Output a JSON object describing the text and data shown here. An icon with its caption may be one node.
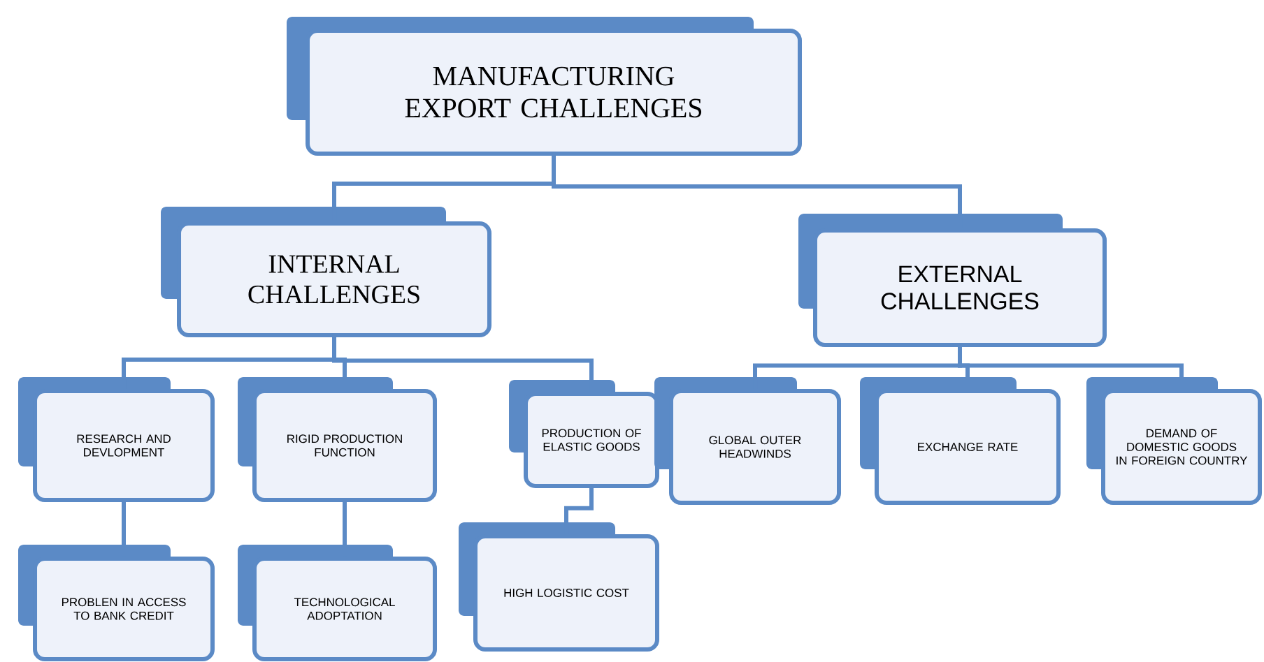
{
  "diagram": {
    "nodes": [
      {
        "text": [
          "MANUFACTURING EXPORT CHALLENGES"
        ]
      },
      {
        "text": [
          "INTERNAL CHALLENGES"
        ]
      },
      {
        "text": [
          "EXTERNAL CHALLENGES"
        ]
      },
      {
        "text": [
          "RESEARCH AND DEVLOPMENT"
        ]
      },
      {
        "text": [
          "RIGID PRODUCTION FUNCTION"
        ]
      },
      {
        "text": [
          "PRODUCTION OF ELASTIC GOODS"
        ]
      },
      {
        "text": [
          "GLOBAL OUTER HEADWINDS"
        ]
      },
      {
        "text": [
          "EXCHANGE RATE"
        ]
      },
      {
        "text": [
          "DEMAND OF DOMESTIC GOODS IN FOREIGN COUNTRY"
        ]
      },
      {
        "text": [
          "PROBLEN IN ACCESS TO BANK CREDIT"
        ]
      },
      {
        "text": [
          "TECHNOLOGICAL ADOPTATION"
        ]
      },
      {
        "text": [
          "HIGH LOGISTIC COST"
        ]
      }
    ],
    "edges": [
      {
        "from": 0,
        "to": 1,
        "arrow": "none"
      },
      {
        "from": 0,
        "to": 2,
        "arrow": "none"
      },
      {
        "from": 1,
        "to": 3,
        "arrow": "none"
      },
      {
        "from": 1,
        "to": 4,
        "arrow": "none"
      },
      {
        "from": 1,
        "to": 5,
        "arrow": "none"
      },
      {
        "from": 2,
        "to": 6,
        "arrow": "none"
      },
      {
        "from": 2,
        "to": 7,
        "arrow": "none"
      },
      {
        "from": 2,
        "to": 8,
        "arrow": "none"
      },
      {
        "from": 3,
        "to": 9,
        "arrow": "none"
      },
      {
        "from": 4,
        "to": 10,
        "arrow": "none"
      },
      {
        "from": 5,
        "to": 11,
        "arrow": "none"
      }
    ]
  }
}
